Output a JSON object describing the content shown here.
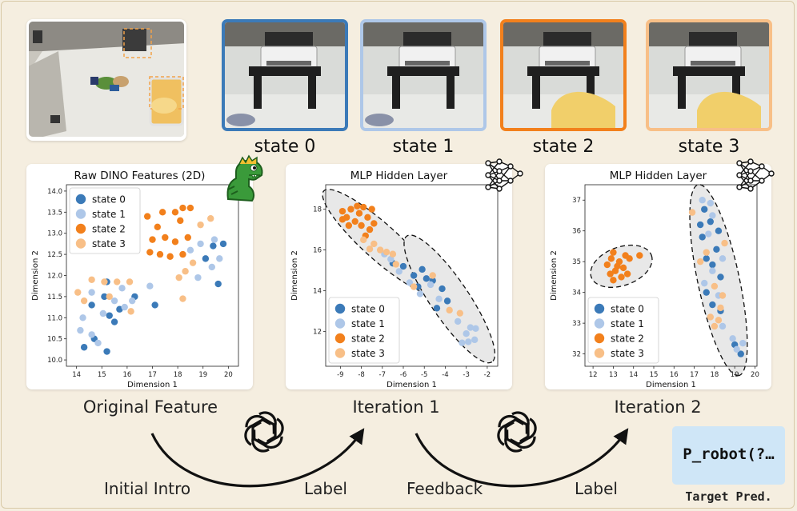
{
  "colors": {
    "state0": "#3b7ab8",
    "state1": "#aec7e8",
    "state2": "#f2801c",
    "state3": "#f8bf87"
  },
  "states": [
    {
      "label": "state 0",
      "border": "#3b7ab8"
    },
    {
      "label": "state 1",
      "border": "#aec7e8"
    },
    {
      "label": "state 2",
      "border": "#f2801c"
    },
    {
      "label": "state 3",
      "border": "#f8bf87"
    }
  ],
  "captions": {
    "original": "Original Feature",
    "iter1": "Iteration 1",
    "iter2": "Iteration 2"
  },
  "arrows": {
    "a1_start": "Initial Intro",
    "a1_end": "Label",
    "a2_start": "Feedback",
    "a2_end": "Label"
  },
  "prediction": {
    "text": "P_robot(?…",
    "caption": "Target Pred."
  },
  "chart_data": [
    {
      "type": "scatter",
      "title": "Raw DINO Features (2D)",
      "xlabel": "Dimension 1",
      "ylabel": "Dimension 2",
      "xlim": [
        13.6,
        20.4
      ],
      "ylim": [
        9.85,
        14.15
      ],
      "xticks": [
        14,
        15,
        16,
        17,
        18,
        19,
        20
      ],
      "yticks": [
        10.0,
        10.5,
        11.0,
        11.5,
        12.0,
        12.5,
        13.0,
        13.5,
        14.0
      ],
      "legend": "upper-left",
      "series": [
        {
          "name": "state 0",
          "points": [
            [
              14.3,
              10.3
            ],
            [
              14.7,
              10.5
            ],
            [
              15.2,
              10.2
            ],
            [
              14.6,
              11.3
            ],
            [
              15.1,
              11.5
            ],
            [
              15.3,
              11.05
            ],
            [
              15.5,
              10.9
            ],
            [
              15.7,
              11.2
            ],
            [
              15.2,
              11.85
            ],
            [
              16.3,
              11.5
            ],
            [
              17.1,
              11.3
            ],
            [
              19.1,
              12.4
            ],
            [
              19.6,
              11.8
            ],
            [
              19.4,
              12.7
            ],
            [
              19.8,
              12.75
            ]
          ]
        },
        {
          "name": "state 1",
          "points": [
            [
              14.15,
              10.7
            ],
            [
              14.6,
              10.6
            ],
            [
              14.85,
              10.4
            ],
            [
              14.6,
              11.6
            ],
            [
              15.05,
              11.1
            ],
            [
              15.5,
              11.4
            ],
            [
              15.9,
              11.25
            ],
            [
              16.2,
              11.4
            ],
            [
              15.8,
              11.7
            ],
            [
              16.9,
              11.75
            ],
            [
              18.8,
              11.95
            ],
            [
              19.35,
              12.2
            ],
            [
              19.45,
              12.85
            ],
            [
              18.9,
              12.75
            ],
            [
              19.65,
              12.4
            ],
            [
              18.5,
              12.6
            ],
            [
              14.25,
              11.0
            ]
          ]
        },
        {
          "name": "state 2",
          "points": [
            [
              16.8,
              13.4
            ],
            [
              17.2,
              13.15
            ],
            [
              17.4,
              13.5
            ],
            [
              17.9,
              13.5
            ],
            [
              18.2,
              13.6
            ],
            [
              18.5,
              13.6
            ],
            [
              18.1,
              13.3
            ],
            [
              17.0,
              12.85
            ],
            [
              17.5,
              12.9
            ],
            [
              17.3,
              12.5
            ],
            [
              17.9,
              12.8
            ],
            [
              18.4,
              12.9
            ],
            [
              17.7,
              12.45
            ],
            [
              18.2,
              12.5
            ],
            [
              16.9,
              12.55
            ]
          ]
        },
        {
          "name": "state 3",
          "points": [
            [
              14.05,
              11.6
            ],
            [
              14.6,
              11.9
            ],
            [
              15.3,
              11.5
            ],
            [
              15.1,
              11.85
            ],
            [
              15.6,
              11.85
            ],
            [
              16.1,
              11.85
            ],
            [
              16.15,
              11.15
            ],
            [
              18.2,
              11.45
            ],
            [
              18.3,
              12.1
            ],
            [
              18.6,
              12.3
            ],
            [
              19.3,
              13.35
            ],
            [
              18.9,
              13.2
            ],
            [
              18.05,
              11.95
            ],
            [
              14.3,
              11.4
            ]
          ]
        }
      ]
    },
    {
      "type": "scatter",
      "title": "MLP Hidden Layer",
      "xlabel": "Dimension 1",
      "ylabel": "Dimension 2",
      "xlim": [
        -9.7,
        -1.5
      ],
      "ylim": [
        10.3,
        19.2
      ],
      "xticks": [
        -9,
        -8,
        -7,
        -6,
        -5,
        -4,
        -3,
        -2
      ],
      "yticks": [
        12,
        14,
        16,
        18
      ],
      "legend": "lower-left",
      "series": [
        {
          "name": "state 0",
          "points": [
            [
              -6.0,
              15.2
            ],
            [
              -5.5,
              14.75
            ],
            [
              -5.1,
              15.05
            ],
            [
              -4.9,
              14.6
            ],
            [
              -4.6,
              14.5
            ],
            [
              -4.15,
              14.1
            ],
            [
              -3.9,
              13.5
            ],
            [
              -4.4,
              13.15
            ],
            [
              -6.5,
              15.35
            ],
            [
              -5.3,
              14.2
            ]
          ]
        },
        {
          "name": "state 1",
          "points": [
            [
              -6.9,
              15.8
            ],
            [
              -6.6,
              15.55
            ],
            [
              -6.2,
              14.95
            ],
            [
              -5.7,
              14.4
            ],
            [
              -5.2,
              13.85
            ],
            [
              -4.3,
              13.6
            ],
            [
              -3.0,
              11.9
            ],
            [
              -2.8,
              12.2
            ],
            [
              -2.6,
              11.6
            ],
            [
              -2.9,
              11.5
            ],
            [
              -3.2,
              11.45
            ],
            [
              -2.55,
              12.15
            ],
            [
              -3.4,
              12.5
            ],
            [
              -4.7,
              14.3
            ]
          ]
        },
        {
          "name": "state 2",
          "points": [
            [
              -8.9,
              17.9
            ],
            [
              -8.7,
              17.6
            ],
            [
              -8.5,
              18.0
            ],
            [
              -8.3,
              17.4
            ],
            [
              -8.1,
              17.8
            ],
            [
              -7.9,
              18.1
            ],
            [
              -7.7,
              17.6
            ],
            [
              -7.6,
              17.0
            ],
            [
              -8.0,
              17.2
            ],
            [
              -8.6,
              17.2
            ],
            [
              -8.2,
              18.15
            ],
            [
              -7.4,
              17.3
            ],
            [
              -7.8,
              16.7
            ],
            [
              -8.9,
              17.5
            ],
            [
              -7.5,
              18.0
            ]
          ]
        },
        {
          "name": "state 3",
          "points": [
            [
              -7.9,
              16.5
            ],
            [
              -7.4,
              16.3
            ],
            [
              -7.1,
              16.0
            ],
            [
              -6.8,
              15.9
            ],
            [
              -6.35,
              15.3
            ],
            [
              -5.5,
              14.2
            ],
            [
              -4.6,
              14.75
            ],
            [
              -3.8,
              13.05
            ],
            [
              -3.3,
              12.9
            ],
            [
              -7.6,
              16.05
            ],
            [
              -6.5,
              15.8
            ]
          ]
        }
      ]
    },
    {
      "type": "scatter",
      "title": "MLP Hidden Layer",
      "xlabel": "Dimension 1",
      "ylabel": "Dimension 2",
      "xlim": [
        11.6,
        20.1
      ],
      "ylim": [
        31.6,
        37.5
      ],
      "xticks": [
        12,
        13,
        14,
        15,
        16,
        17,
        18,
        19,
        20
      ],
      "yticks": [
        32,
        33,
        34,
        35,
        36,
        37
      ],
      "legend": "lower-left",
      "series": [
        {
          "name": "state 0",
          "points": [
            [
              17.5,
              36.7
            ],
            [
              17.8,
              36.3
            ],
            [
              17.4,
              35.8
            ],
            [
              18.1,
              35.4
            ],
            [
              17.9,
              34.9
            ],
            [
              18.3,
              34.5
            ],
            [
              17.6,
              34.0
            ],
            [
              17.9,
              33.6
            ],
            [
              18.3,
              33.4
            ],
            [
              19.0,
              32.3
            ],
            [
              19.3,
              32.0
            ],
            [
              17.3,
              36.2
            ],
            [
              18.2,
              36.0
            ],
            [
              17.6,
              35.1
            ]
          ]
        },
        {
          "name": "state 1",
          "points": [
            [
              17.4,
              37.0
            ],
            [
              17.9,
              36.5
            ],
            [
              17.7,
              35.9
            ],
            [
              18.4,
              35.1
            ],
            [
              17.9,
              34.7
            ],
            [
              17.5,
              34.3
            ],
            [
              18.2,
              33.9
            ],
            [
              18.4,
              32.9
            ],
            [
              18.9,
              32.5
            ],
            [
              19.1,
              32.15
            ],
            [
              19.4,
              32.35
            ],
            [
              17.8,
              36.9
            ]
          ]
        },
        {
          "name": "state 2",
          "points": [
            [
              12.7,
              34.9
            ],
            [
              13.0,
              35.3
            ],
            [
              13.3,
              35.0
            ],
            [
              13.1,
              34.7
            ],
            [
              13.5,
              34.8
            ],
            [
              13.8,
              35.1
            ],
            [
              14.3,
              35.2
            ],
            [
              13.0,
              34.4
            ],
            [
              13.4,
              34.5
            ],
            [
              12.9,
              35.1
            ],
            [
              13.7,
              34.6
            ],
            [
              13.2,
              34.85
            ],
            [
              13.6,
              35.2
            ],
            [
              12.85,
              34.6
            ]
          ]
        },
        {
          "name": "state 3",
          "points": [
            [
              16.9,
              36.6
            ],
            [
              17.6,
              35.3
            ],
            [
              18.0,
              34.2
            ],
            [
              18.3,
              33.5
            ],
            [
              18.4,
              33.9
            ],
            [
              17.8,
              33.2
            ],
            [
              18.0,
              32.9
            ],
            [
              18.2,
              33.1
            ],
            [
              17.3,
              35.0
            ],
            [
              18.5,
              35.6
            ]
          ]
        }
      ]
    }
  ]
}
